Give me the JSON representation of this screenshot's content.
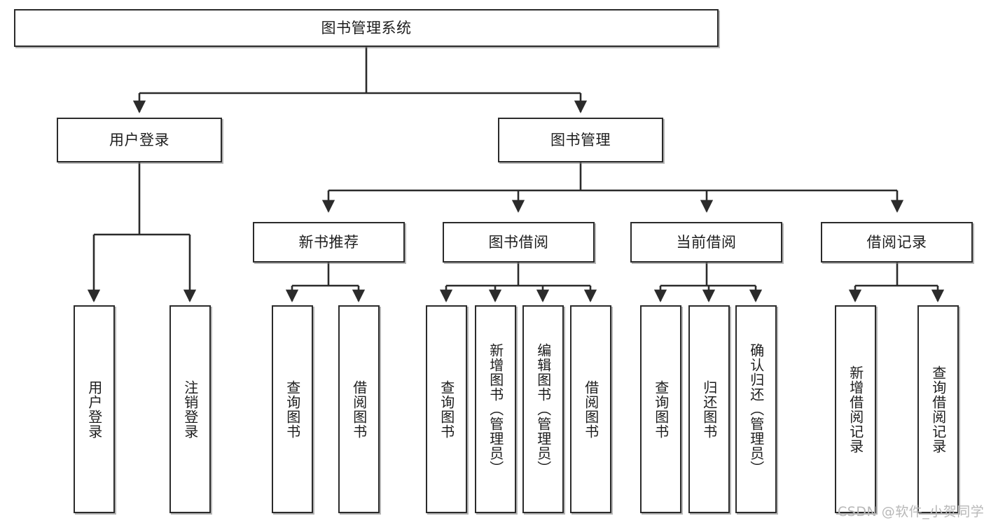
{
  "diagram": {
    "type": "tree",
    "title": "图书管理系统",
    "root": {
      "id": "root",
      "label": "图书管理系统"
    },
    "level2": [
      {
        "id": "user-login",
        "label": "用户登录"
      },
      {
        "id": "book-manage",
        "label": "图书管理"
      }
    ],
    "level3": [
      {
        "id": "new-book-rec",
        "label": "新书推荐",
        "parent": "book-manage"
      },
      {
        "id": "book-borrow",
        "label": "图书借阅",
        "parent": "book-manage"
      },
      {
        "id": "current-borrow",
        "label": "当前借阅",
        "parent": "book-manage"
      },
      {
        "id": "borrow-record",
        "label": "借阅记录",
        "parent": "book-manage"
      }
    ],
    "leaves": [
      {
        "id": "leaf-user-login",
        "label": "用户登录",
        "parent": "user-login"
      },
      {
        "id": "leaf-logout",
        "label": "注销登录",
        "parent": "user-login"
      },
      {
        "id": "leaf-rec-query",
        "label": "查询图书",
        "parent": "new-book-rec"
      },
      {
        "id": "leaf-rec-borrow",
        "label": "借阅图书",
        "parent": "new-book-rec"
      },
      {
        "id": "leaf-borrow-query",
        "label": "查询图书",
        "parent": "book-borrow"
      },
      {
        "id": "leaf-borrow-add",
        "label": "新增图书（管理员）",
        "parent": "book-borrow"
      },
      {
        "id": "leaf-borrow-edit",
        "label": "编辑图书（管理员）",
        "parent": "book-borrow"
      },
      {
        "id": "leaf-borrow-lend",
        "label": "借阅图书",
        "parent": "book-borrow"
      },
      {
        "id": "leaf-cur-query",
        "label": "查询图书",
        "parent": "current-borrow"
      },
      {
        "id": "leaf-cur-return",
        "label": "归还图书",
        "parent": "current-borrow"
      },
      {
        "id": "leaf-cur-confirm",
        "label": "确认归还（管理员）",
        "parent": "current-borrow"
      },
      {
        "id": "leaf-rec-add",
        "label": "新增借阅记录",
        "parent": "borrow-record"
      },
      {
        "id": "leaf-rec-query2",
        "label": "查询借阅记录",
        "parent": "borrow-record"
      }
    ]
  },
  "watermark": {
    "text": "CSDN @软件_小贺同学"
  },
  "colors": {
    "stroke": "#2b2b2b",
    "fill": "#ffffff",
    "text": "#1d1d1d",
    "watermark": "#b8b8b8"
  }
}
